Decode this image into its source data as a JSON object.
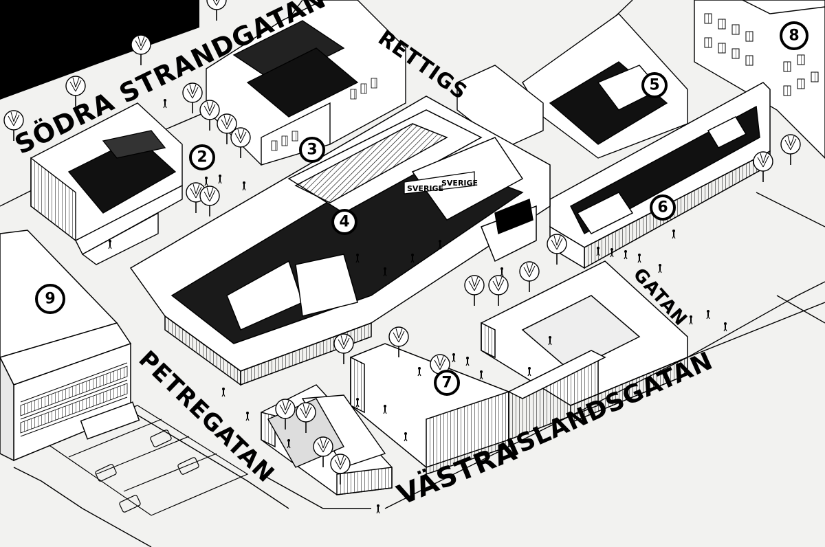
{
  "streets": {
    "sodra_strandgatan": "SÖDRA STRANDGATAN",
    "rettigs": "RETTIGS",
    "gatan": "GATAN",
    "petregatan": "PETREGATAN",
    "vastra": "VÄSTRA",
    "islandsgatan": "ISLANDSGATAN"
  },
  "markers": {
    "m2": "2",
    "m3": "3",
    "m4": "4",
    "m5": "5",
    "m6": "6",
    "m7": "7",
    "m8": "8",
    "m9": "9"
  },
  "banner": {
    "left": "SVERIGE",
    "right": "SVERIGE"
  }
}
